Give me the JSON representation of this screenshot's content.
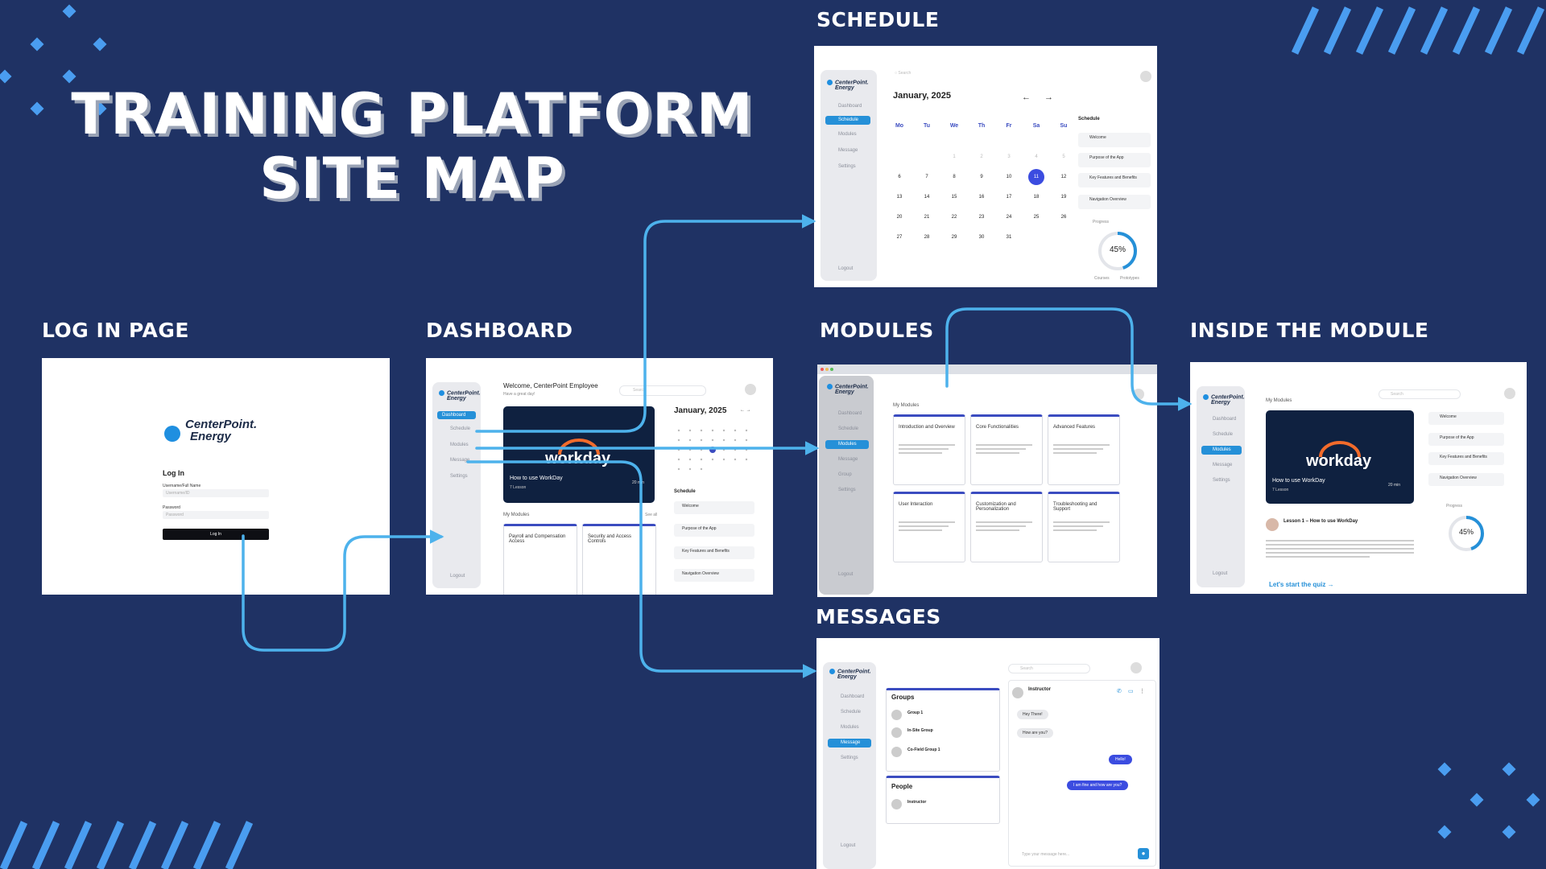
{
  "title": {
    "line1": "TRAINING PLATFORM",
    "line2": "SITE MAP"
  },
  "labels": {
    "login": "LOG IN PAGE",
    "dashboard": "DASHBOARD",
    "schedule": "SCHEDULE",
    "modules": "MODULES",
    "inside": "INSIDE THE MODULE",
    "messages": "MESSAGES"
  },
  "colors": {
    "background": "#1f3264",
    "accent": "#4db2ec",
    "brand_blue": "#2590d8",
    "dark_card": "#0f2140"
  },
  "brand": {
    "line1": "CenterPoint.",
    "line2": "Energy"
  },
  "login": {
    "heading": "Log In",
    "username_label": "Username/Full Name",
    "username_placeholder": "Username/ID",
    "password_label": "Password",
    "password_placeholder": "Password",
    "button": "Log In"
  },
  "nav": {
    "dashboard": "Dashboard",
    "schedule": "Schedule",
    "modules": "Modules",
    "message": "Message",
    "group": "Group",
    "settings": "Settings",
    "logout": "Logout"
  },
  "search_placeholder": "Search",
  "dashboard": {
    "welcome": "Welcome, CenterPoint Employee",
    "subtitle": "Have a great day!",
    "course_logo": "workday",
    "course_title": "How to use WorkDay",
    "course_lessons": "7 Lesson",
    "course_time": "20 min",
    "my_modules": "My Modules",
    "see_all": "See all",
    "module_cards": [
      "Payroll and Compensation Access",
      "Security and Access Controls"
    ],
    "calendar_month": "January, 2025",
    "schedule_heading": "Schedule",
    "schedule_items": [
      "Welcome",
      "Purpose of the App",
      "Key Features and Benefits",
      "Navigation Overview"
    ]
  },
  "schedule": {
    "month": "January, 2025",
    "weekdays": [
      "Mo",
      "Tu",
      "We",
      "Th",
      "Fr",
      "Sa",
      "Su"
    ],
    "days": [
      "1",
      "2",
      "3",
      "4",
      "5",
      "6",
      "7",
      "8",
      "9",
      "10",
      "11",
      "12",
      "13",
      "14",
      "15",
      "16",
      "17",
      "18",
      "19",
      "20",
      "21",
      "22",
      "23",
      "24",
      "25",
      "26",
      "27",
      "28",
      "29",
      "30",
      "31"
    ],
    "selected_day": "11",
    "sidebar_heading": "Schedule",
    "items": [
      "Welcome",
      "Purpose of the App",
      "Key Features and Benefits",
      "Navigation Overview"
    ],
    "progress_label": "Progress",
    "progress_value": "45%",
    "progress_fraction": 0.45,
    "legend": [
      "Courses",
      "Prototypes"
    ]
  },
  "modules": {
    "heading": "My Modules",
    "cards": [
      "Introduction and Overview",
      "Core Functionalities",
      "Advanced Features",
      "User Interaction",
      "Customization and Personalization",
      "Troubleshooting and Support"
    ]
  },
  "inside": {
    "heading": "My Modules",
    "course_logo": "workday",
    "course_title": "How to use WorkDay",
    "course_lessons": "7 Lesson",
    "course_time": "20 min",
    "lesson_title": "Lesson 1 – How to use WorkDay",
    "quiz_link": "Let's start the quiz →",
    "items": [
      "Welcome",
      "Purpose of the App",
      "Key Features and Benefits",
      "Navigation Overview"
    ],
    "progress_label": "Progress",
    "progress_value": "45%",
    "progress_fraction": 0.45
  },
  "messages": {
    "groups_heading": "Groups",
    "groups": [
      "Group 1",
      "In-Site Group",
      "Co-Field Group 1"
    ],
    "people_heading": "People",
    "people": [
      "Instructor"
    ],
    "chat_name": "Instructor",
    "bubbles_in": [
      "Hey There!",
      "How are you?"
    ],
    "bubbles_out": [
      "Hello!",
      "I am fine and how are you?"
    ],
    "input_placeholder": "Type your message here..."
  }
}
